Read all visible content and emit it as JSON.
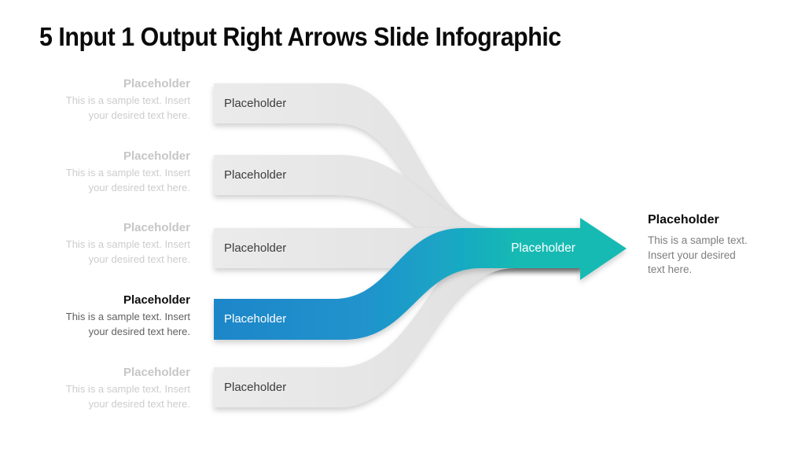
{
  "title": "5 Input 1 Output Right Arrows Slide Infographic",
  "left_blocks": [
    {
      "heading": "Placeholder",
      "body": "This is a sample text. Insert\nyour desired text here.",
      "state": "inactive"
    },
    {
      "heading": "Placeholder",
      "body": "This is a sample text. Insert\nyour desired text here.",
      "state": "inactive"
    },
    {
      "heading": "Placeholder",
      "body": "This is a sample text. Insert\nyour desired text here.",
      "state": "inactive"
    },
    {
      "heading": "Placeholder",
      "body": "This is a sample text. Insert\nyour desired text here.",
      "state": "active"
    },
    {
      "heading": "Placeholder",
      "body": "This is a sample text. Insert\nyour desired text here.",
      "state": "inactive"
    }
  ],
  "bands": [
    {
      "label": "Placeholder"
    },
    {
      "label": "Placeholder"
    },
    {
      "label": "Placeholder"
    },
    {
      "label": "Placeholder"
    },
    {
      "label": "Placeholder"
    }
  ],
  "arrow": {
    "label": "Placeholder"
  },
  "right_block": {
    "heading": "Placeholder",
    "body": "This is a sample text.\nInsert your desired\ntext here."
  },
  "colors": {
    "accent_blue": "#1f86c9",
    "accent_teal": "#13bab3",
    "band_gray_light": "#ebebeb",
    "band_gray_dark": "#dedede",
    "inactive_text": "#c6c6c6",
    "active_body_text": "#5f5f5f"
  }
}
